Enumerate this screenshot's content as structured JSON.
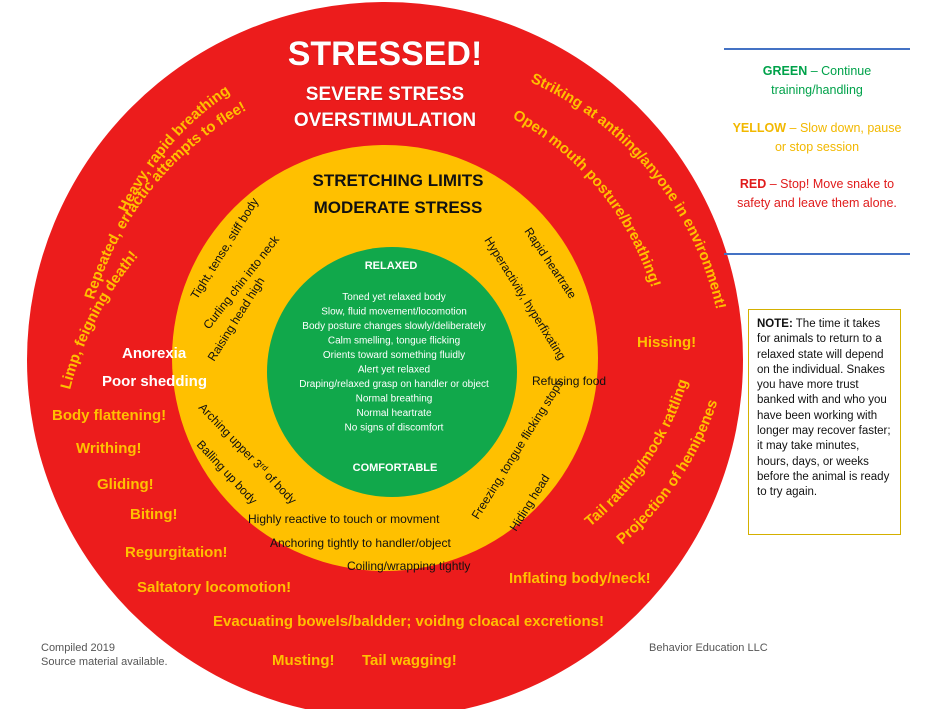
{
  "colors": {
    "red": "#ec1c1c",
    "yellow": "#ffc000",
    "green": "#11a84b",
    "green_legend": "#00a24a",
    "yellow_legend": "#f2b800",
    "red_legend": "#e01b1b"
  },
  "red_zone": {
    "title": "STRESSED!",
    "subtitle_1": "SEVERE STRESS",
    "subtitle_2": "OVERSTIMULATION",
    "left_arc": [
      "Heavy, rapid breathing!",
      "Repeated, erractic attempts to flee!",
      "Limp, feigning death!"
    ],
    "right_arc": [
      "Striking at anthing/anyone in environment!",
      "Open mouth posture/breathing!"
    ],
    "right_arc_lower": [
      "Tail rattling/mock rattling!",
      "Projection of hemipenes!"
    ],
    "left_list": [
      "Body flattening!",
      "Writhing!",
      "Gliding!",
      "Biting!",
      "Regurgitation!",
      "Saltatory locomotion!"
    ],
    "right_list": [
      "Hissing!",
      "Inflating body/neck!"
    ],
    "bottom_1": "Evacuating bowels/baldder; voidng cloacal excretions!",
    "bottom_2a": "Musting!",
    "bottom_2b": "Tail wagging!"
  },
  "yellow_zone": {
    "title_1": "STRETCHING LIMITS",
    "title_2": "MODERATE STRESS",
    "white_1": "Anorexia",
    "white_2": "Poor shedding",
    "upper_left": [
      "Tight, tense, stiff body",
      "Curling chin into neck",
      "Raising head high"
    ],
    "upper_right": [
      "Rapid heartrate",
      "Hyperactivity, hyperfixating"
    ],
    "refusing": "Refusing food",
    "lower_left_1a": "Arching upper 3",
    "lower_left_1b": "rd",
    "lower_left_1c": " of body",
    "lower_left_2": "Balling up body",
    "lower_right": [
      "Freezing, tongue flicking stops",
      "Hiding head"
    ],
    "bottom": [
      "Highly reactive to touch or movment",
      "Anchoring tightly to handler/object",
      "Coiling/wrapping tightly"
    ]
  },
  "green_zone": {
    "top": "RELAXED",
    "bottom": "COMFORTABLE",
    "items": [
      "Toned yet relaxed body",
      "Slow, fluid movement/locomotion",
      "Body posture changes slowly/deliberately",
      "Calm smelling, tongue flicking",
      "Orients toward something fluidly",
      "Alert yet relaxed",
      "Draping/relaxed grasp on handler or object",
      "Normal breathing",
      "Normal heartrate",
      "No signs of discomfort"
    ]
  },
  "legend": {
    "green_key": "GREEN",
    "green_text_1": " – Continue",
    "green_text_2": "training/handling",
    "yellow_key": "YELLOW",
    "yellow_text_1": " – Slow down, pause",
    "yellow_text_2": "or stop session",
    "red_key": "RED",
    "red_text_1": " – Stop! Move snake to",
    "red_text_2": "safety and leave them alone."
  },
  "note": {
    "label": "NOTE:",
    "text": " The time it takes for animals to return to a relaxed state will depend on the individual. Snakes you have more trust banked with and who you have been working with longer may recover faster; it may take minutes, hours, days, or weeks before the animal is ready to try again."
  },
  "footer": {
    "compiled": "Compiled 2019",
    "source": "Source material available.",
    "company": "Behavior Education LLC"
  }
}
